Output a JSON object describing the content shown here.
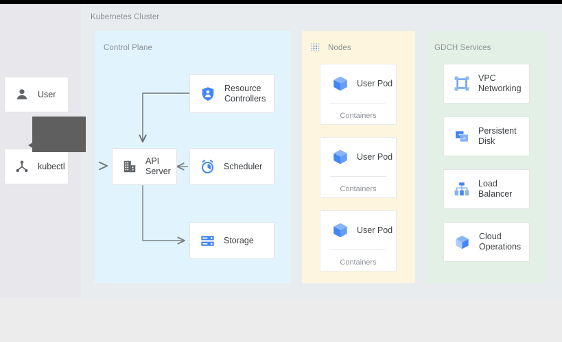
{
  "diagram": {
    "cluster_title": "Kubernetes Cluster",
    "background_color": "#ececec",
    "cluster_background": "#e9ecef"
  },
  "actors": [
    {
      "label": "User",
      "icon": "person-icon",
      "icon_color": "#5f6368"
    },
    {
      "label": "kubectl",
      "icon": "kubectl-node-icon",
      "icon_color": "#5f6368"
    }
  ],
  "panels": {
    "control_plane": {
      "title": "Control Plane",
      "color": "#e1f4fd",
      "nodes": [
        {
          "label": "Resource\nControllers",
          "icon": "shield-person-icon",
          "icon_color": "#4285f4"
        },
        {
          "label": "API\nServer",
          "icon": "api-building-icon",
          "icon_color": "#5f6368"
        },
        {
          "label": "Scheduler",
          "icon": "alarm-clock-icon",
          "icon_color": "#4285f4"
        },
        {
          "label": "Storage",
          "icon": "server-rack-icon",
          "icon_color": "#4285f4"
        }
      ]
    },
    "nodes": {
      "title": "Nodes",
      "title_icon": "dotted-grid-icon",
      "color": "#fdf5dd",
      "pods": [
        {
          "label": "User Pod",
          "icon": "cube-icon",
          "sub_label": "Containers"
        },
        {
          "label": "User Pod",
          "icon": "cube-icon",
          "sub_label": "Containers"
        },
        {
          "label": "User Pod",
          "icon": "cube-icon",
          "sub_label": "Containers"
        }
      ]
    },
    "gdch_services": {
      "title": "GDCH Services",
      "color": "#e2f0e6",
      "services": [
        {
          "label": "VPC\nNetworking",
          "icon": "vpc-network-icon",
          "icon_color": "#669df6"
        },
        {
          "label": "Persistent\nDisk",
          "icon": "persistent-disk-icon",
          "icon_color": "#669df6"
        },
        {
          "label": "Load\nBalancer",
          "icon": "load-balancer-icon",
          "icon_color": "#669df6"
        },
        {
          "label": "Cloud\nOperations",
          "icon": "cloud-operations-icon",
          "icon_color": "#669df6"
        }
      ]
    }
  },
  "connections": [
    {
      "from": "kubectl",
      "to": "API Server",
      "style": "arrow"
    },
    {
      "from": "Resource Controllers",
      "to": "API Server",
      "style": "arrow"
    },
    {
      "from": "Scheduler",
      "to": "API Server",
      "style": "arrow"
    },
    {
      "from": "API Server",
      "to": "Storage",
      "style": "arrow"
    }
  ]
}
